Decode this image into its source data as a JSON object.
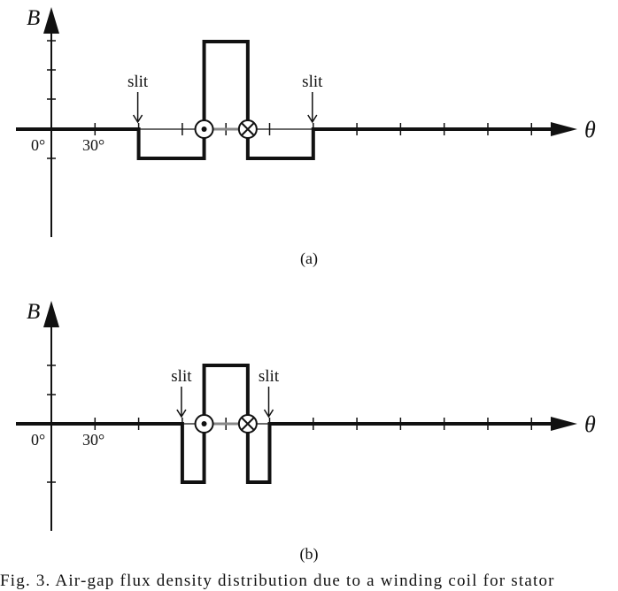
{
  "panels": [
    {
      "y_axis_label": "B",
      "x_axis_label": "θ",
      "tick_0_label": "0°",
      "tick_30_label": "30°",
      "slit_label_left": "slit",
      "slit_label_right": "slit",
      "sublabel": "(a)",
      "waveform": {
        "slit_left_deg": 60,
        "coil_left_deg": 105,
        "coil_right_deg": 135,
        "slit_right_deg": 180,
        "high_level": 3,
        "low_level": -1
      }
    },
    {
      "y_axis_label": "B",
      "x_axis_label": "θ",
      "tick_0_label": "0°",
      "tick_30_label": "30°",
      "slit_label_left": "slit",
      "slit_label_right": "slit",
      "sublabel": "(b)",
      "waveform": {
        "slit_left_deg": 90,
        "coil_left_deg": 105,
        "coil_right_deg": 135,
        "slit_right_deg": 150,
        "high_level": 2,
        "low_level": -2
      }
    }
  ],
  "caption": "Fig. 3.   Air-gap flux density distribution due to a winding coil for stator"
}
